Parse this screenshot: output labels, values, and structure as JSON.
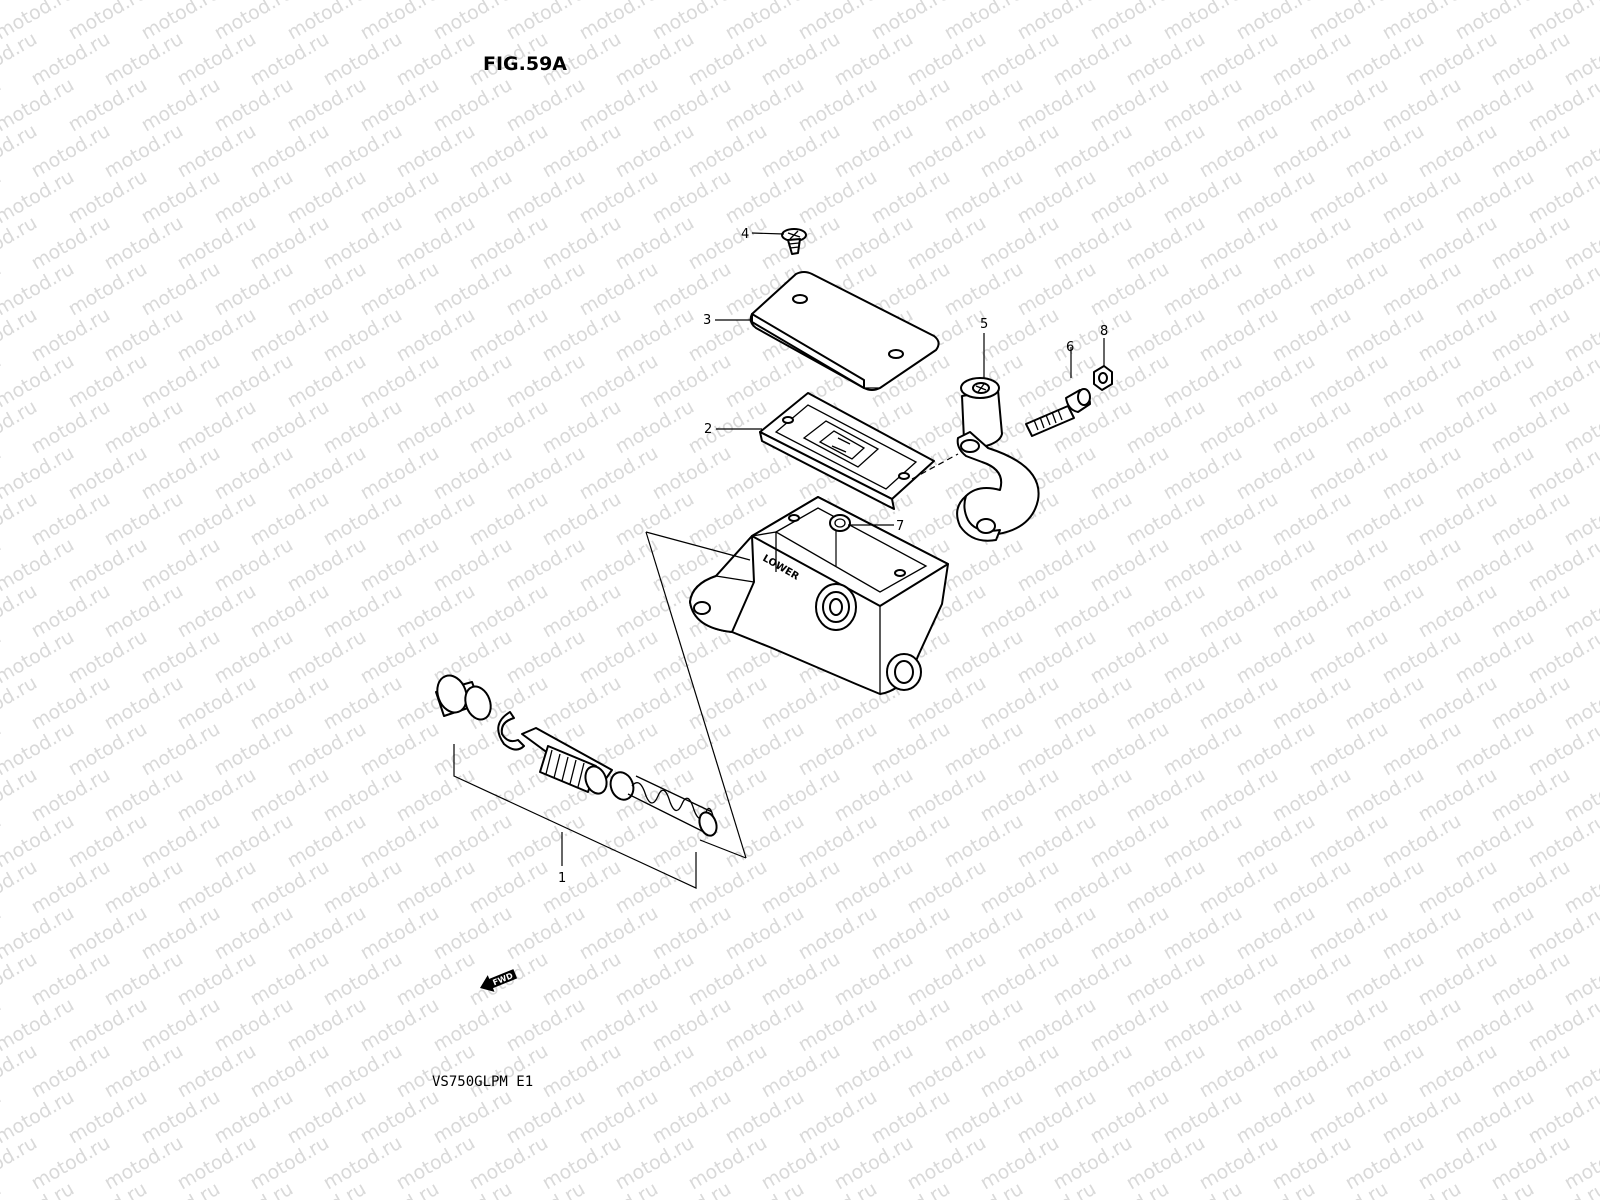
{
  "figure": {
    "title": "FIG.59A",
    "model_code": "VS750GLPM E1"
  },
  "watermark": {
    "text": "motod.ru",
    "color": "#d9d9d9"
  },
  "embossed_text": "LOWER",
  "direction_badge": "FWD",
  "callouts": [
    {
      "id": "1",
      "label": "1"
    },
    {
      "id": "2",
      "label": "2"
    },
    {
      "id": "3",
      "label": "3"
    },
    {
      "id": "4",
      "label": "4"
    },
    {
      "id": "5",
      "label": "5"
    },
    {
      "id": "6",
      "label": "6"
    },
    {
      "id": "7",
      "label": "7"
    },
    {
      "id": "8",
      "label": "8"
    }
  ]
}
